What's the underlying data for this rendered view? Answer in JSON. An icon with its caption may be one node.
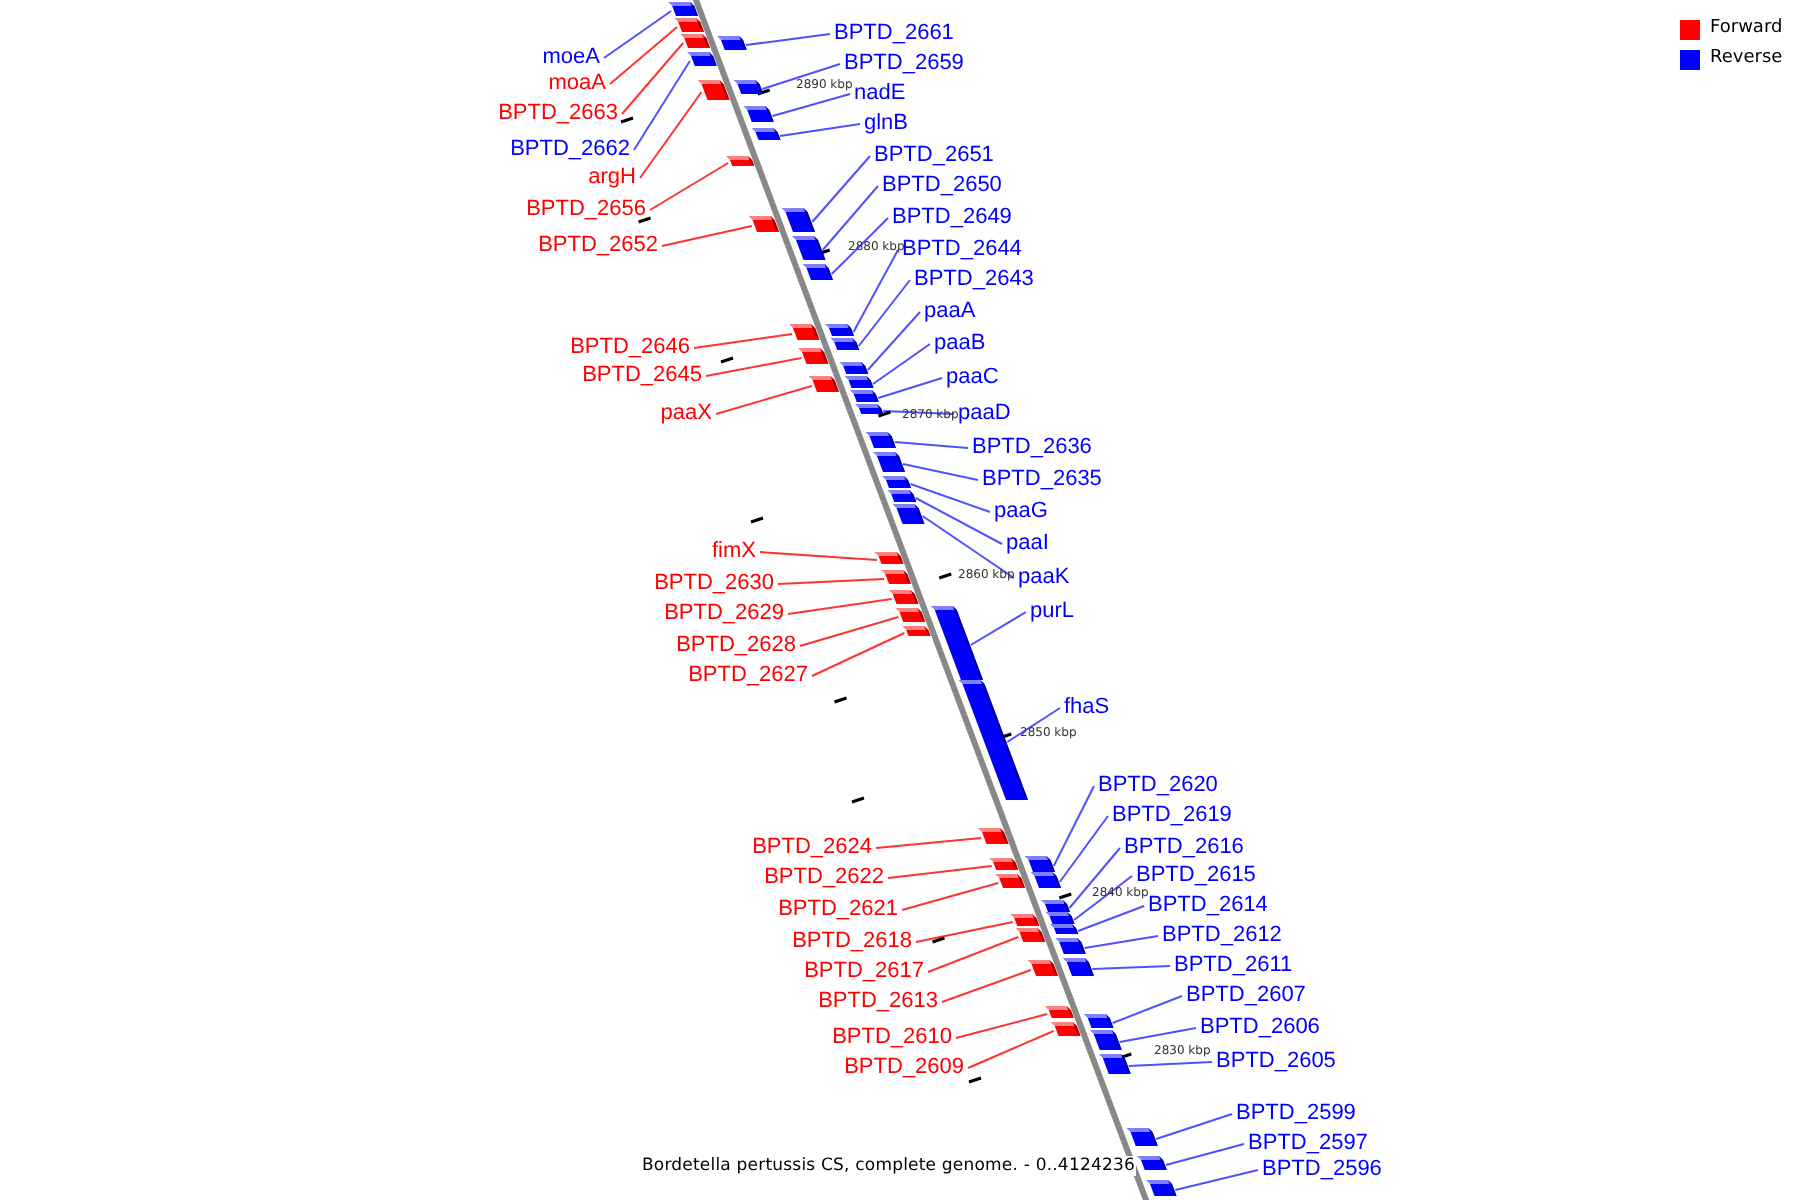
{
  "diagram": {
    "caption": "Bordetella pertussis CS, complete genome. - 0..4124236",
    "nodes": [
      {
        "text": [
          "moeA"
        ]
      },
      {
        "text": [
          "moaA"
        ]
      },
      {
        "text": [
          "BPTD_2663"
        ]
      },
      {
        "text": [
          "BPTD_2662"
        ]
      },
      {
        "text": [
          "argH"
        ]
      },
      {
        "text": [
          "BPTD_2656"
        ]
      },
      {
        "text": [
          "BPTD_2652"
        ]
      },
      {
        "text": [
          "BPTD_2646"
        ]
      },
      {
        "text": [
          "BPTD_2645"
        ]
      },
      {
        "text": [
          "paaX"
        ]
      },
      {
        "text": [
          "fimX"
        ]
      },
      {
        "text": [
          "BPTD_2630"
        ]
      },
      {
        "text": [
          "BPTD_2629"
        ]
      },
      {
        "text": [
          "BPTD_2628"
        ]
      },
      {
        "text": [
          "BPTD_2627"
        ]
      },
      {
        "text": [
          "BPTD_2624"
        ]
      },
      {
        "text": [
          "BPTD_2622"
        ]
      },
      {
        "text": [
          "BPTD_2621"
        ]
      },
      {
        "text": [
          "BPTD_2618"
        ]
      },
      {
        "text": [
          "BPTD_2617"
        ]
      },
      {
        "text": [
          "BPTD_2613"
        ]
      },
      {
        "text": [
          "BPTD_2610"
        ]
      },
      {
        "text": [
          "BPTD_2609"
        ]
      },
      {
        "text": [
          "BPTD_2661"
        ]
      },
      {
        "text": [
          "BPTD_2659"
        ]
      },
      {
        "text": [
          "nadE"
        ]
      },
      {
        "text": [
          "glnB"
        ]
      },
      {
        "text": [
          "BPTD_2651"
        ]
      },
      {
        "text": [
          "BPTD_2650"
        ]
      },
      {
        "text": [
          "BPTD_2649"
        ]
      },
      {
        "text": [
          "BPTD_2644"
        ]
      },
      {
        "text": [
          "BPTD_2643"
        ]
      },
      {
        "text": [
          "paaA"
        ]
      },
      {
        "text": [
          "paaB"
        ]
      },
      {
        "text": [
          "paaC"
        ]
      },
      {
        "text": [
          "paaD"
        ]
      },
      {
        "text": [
          "BPTD_2636"
        ]
      },
      {
        "text": [
          "BPTD_2635"
        ]
      },
      {
        "text": [
          "paaG"
        ]
      },
      {
        "text": [
          "paaI"
        ]
      },
      {
        "text": [
          "paaK"
        ]
      },
      {
        "text": [
          "purL"
        ]
      },
      {
        "text": [
          "fhaS"
        ]
      },
      {
        "text": [
          "BPTD_2620"
        ]
      },
      {
        "text": [
          "BPTD_2619"
        ]
      },
      {
        "text": [
          "BPTD_2616"
        ]
      },
      {
        "text": [
          "BPTD_2615"
        ]
      },
      {
        "text": [
          "BPTD_2614"
        ]
      },
      {
        "text": [
          "BPTD_2612"
        ]
      },
      {
        "text": [
          "BPTD_2611"
        ]
      },
      {
        "text": [
          "BPTD_2607"
        ]
      },
      {
        "text": [
          "BPTD_2606"
        ]
      },
      {
        "text": [
          "BPTD_2605"
        ]
      },
      {
        "text": [
          "BPTD_2599"
        ]
      },
      {
        "text": [
          "BPTD_2597"
        ]
      },
      {
        "text": [
          "BPTD_2596"
        ]
      },
      {
        "text": [],
        "shape": "box"
      },
      {
        "text": [],
        "shape": "box"
      },
      {
        "text": [],
        "shape": "box"
      },
      {
        "text": [],
        "shape": "box"
      },
      {
        "text": [],
        "shape": "box"
      },
      {
        "text": [],
        "shape": "box"
      },
      {
        "text": [],
        "shape": "box"
      },
      {
        "text": [],
        "shape": "box"
      },
      {
        "text": [],
        "shape": "box"
      },
      {
        "text": [],
        "shape": "box"
      },
      {
        "text": [],
        "shape": "box"
      },
      {
        "text": [],
        "shape": "box"
      },
      {
        "text": [],
        "shape": "box"
      },
      {
        "text": [],
        "shape": "box"
      },
      {
        "text": [],
        "shape": "box"
      },
      {
        "text": [],
        "shape": "box"
      },
      {
        "text": [],
        "shape": "box"
      },
      {
        "text": [],
        "shape": "box"
      },
      {
        "text": [],
        "shape": "box"
      },
      {
        "text": [],
        "shape": "box"
      },
      {
        "text": [],
        "shape": "box"
      },
      {
        "text": [],
        "shape": "box"
      },
      {
        "text": [],
        "shape": "box"
      },
      {
        "text": [],
        "shape": "box"
      },
      {
        "text": [],
        "shape": "box"
      },
      {
        "text": [],
        "shape": "box"
      },
      {
        "text": [],
        "shape": "box"
      },
      {
        "text": [],
        "shape": "box"
      },
      {
        "text": [],
        "shape": "box"
      },
      {
        "text": [],
        "shape": "box"
      },
      {
        "text": [],
        "shape": "box"
      },
      {
        "text": [],
        "shape": "box"
      },
      {
        "text": [],
        "shape": "box"
      },
      {
        "text": [],
        "shape": "box"
      },
      {
        "text": [],
        "shape": "box"
      },
      {
        "text": [],
        "shape": "box"
      },
      {
        "text": [],
        "shape": "box"
      },
      {
        "text": [],
        "shape": "box"
      },
      {
        "text": [],
        "shape": "box"
      },
      {
        "text": [],
        "shape": "box"
      },
      {
        "text": [],
        "shape": "box"
      },
      {
        "text": [],
        "shape": "box"
      },
      {
        "text": [],
        "shape": "box"
      },
      {
        "text": [],
        "shape": "box"
      },
      {
        "text": [],
        "shape": "box"
      },
      {
        "text": [],
        "shape": "box"
      },
      {
        "text": [],
        "shape": "box"
      },
      {
        "text": [],
        "shape": "box"
      },
      {
        "text": [],
        "shape": "box"
      },
      {
        "text": [],
        "shape": "box"
      },
      {
        "text": [],
        "shape": "box"
      },
      {
        "text": [],
        "shape": "box"
      },
      {
        "text": [],
        "shape": "box"
      },
      {
        "text": [],
        "shape": "box"
      },
      {
        "text": [],
        "shape": "box"
      },
      {
        "text": [],
        "shape": "box"
      }
    ],
    "edges": [
      {
        "from": 0,
        "to": 56,
        "arrow": "none"
      },
      {
        "from": 1,
        "to": 57,
        "arrow": "none",
        "color": "#ff3333"
      },
      {
        "from": 2,
        "to": 58,
        "arrow": "none",
        "color": "#ff3333"
      },
      {
        "from": 3,
        "to": 59,
        "arrow": "none"
      },
      {
        "from": 4,
        "to": 60,
        "arrow": "none",
        "color": "#ff3333"
      },
      {
        "from": 5,
        "to": 61,
        "arrow": "none",
        "color": "#ff3333"
      },
      {
        "from": 6,
        "to": 62,
        "arrow": "none",
        "color": "#ff3333"
      },
      {
        "from": 7,
        "to": 63,
        "arrow": "none",
        "color": "#ff3333"
      },
      {
        "from": 8,
        "to": 64,
        "arrow": "none",
        "color": "#ff3333"
      },
      {
        "from": 9,
        "to": 65,
        "arrow": "none",
        "color": "#ff3333"
      },
      {
        "from": 10,
        "to": 66,
        "arrow": "none",
        "color": "#ff3333"
      },
      {
        "from": 11,
        "to": 67,
        "arrow": "none",
        "color": "#ff3333"
      },
      {
        "from": 12,
        "to": 68,
        "arrow": "none",
        "color": "#ff3333"
      },
      {
        "from": 13,
        "to": 69,
        "arrow": "none",
        "color": "#ff3333"
      },
      {
        "from": 14,
        "to": 70,
        "arrow": "none",
        "color": "#ff3333"
      },
      {
        "from": 15,
        "to": 71,
        "arrow": "none",
        "color": "#ff3333"
      },
      {
        "from": 16,
        "to": 72,
        "arrow": "none",
        "color": "#ff3333"
      },
      {
        "from": 17,
        "to": 73,
        "arrow": "none",
        "color": "#ff3333"
      },
      {
        "from": 18,
        "to": 74,
        "arrow": "none",
        "color": "#ff3333"
      },
      {
        "from": 19,
        "to": 75,
        "arrow": "none",
        "color": "#ff3333"
      },
      {
        "from": 20,
        "to": 76,
        "arrow": "none",
        "color": "#ff3333"
      },
      {
        "from": 21,
        "to": 77,
        "arrow": "none",
        "color": "#ff3333"
      },
      {
        "from": 22,
        "to": 78,
        "arrow": "none",
        "color": "#ff3333"
      },
      {
        "from": 23,
        "to": 79,
        "arrow": "none"
      },
      {
        "from": 24,
        "to": 80,
        "arrow": "none"
      },
      {
        "from": 25,
        "to": 81,
        "arrow": "none"
      },
      {
        "from": 26,
        "to": 82,
        "arrow": "none"
      },
      {
        "from": 27,
        "to": 83,
        "arrow": "none"
      },
      {
        "from": 28,
        "to": 84,
        "arrow": "none"
      },
      {
        "from": 29,
        "to": 85,
        "arrow": "none"
      },
      {
        "from": 30,
        "to": 86,
        "arrow": "none"
      },
      {
        "from": 31,
        "to": 87,
        "arrow": "none"
      },
      {
        "from": 32,
        "to": 88,
        "arrow": "none"
      },
      {
        "from": 33,
        "to": 89,
        "arrow": "none"
      },
      {
        "from": 34,
        "to": 90,
        "arrow": "none"
      },
      {
        "from": 35,
        "to": 91,
        "arrow": "none"
      },
      {
        "from": 36,
        "to": 92,
        "arrow": "none"
      },
      {
        "from": 37,
        "to": 93,
        "arrow": "none"
      },
      {
        "from": 38,
        "to": 94,
        "arrow": "none"
      },
      {
        "from": 39,
        "to": 95,
        "arrow": "none"
      },
      {
        "from": 40,
        "to": 96,
        "arrow": "none"
      },
      {
        "from": 41,
        "to": 97,
        "arrow": "none"
      },
      {
        "from": 42,
        "to": 98,
        "arrow": "none"
      },
      {
        "from": 43,
        "to": 99,
        "arrow": "none"
      },
      {
        "from": 44,
        "to": 100,
        "arrow": "none"
      },
      {
        "from": 45,
        "to": 101,
        "arrow": "none"
      },
      {
        "from": 46,
        "to": 102,
        "arrow": "none"
      },
      {
        "from": 47,
        "to": 103,
        "arrow": "none"
      },
      {
        "from": 48,
        "to": 104,
        "arrow": "none"
      },
      {
        "from": 49,
        "to": 105,
        "arrow": "none"
      },
      {
        "from": 50,
        "to": 106,
        "arrow": "none"
      },
      {
        "from": 51,
        "to": 107,
        "arrow": "none"
      },
      {
        "from": 52,
        "to": 108,
        "arrow": "none"
      },
      {
        "from": 53,
        "to": 109,
        "arrow": "none"
      },
      {
        "from": 54,
        "to": 110,
        "arrow": "none"
      },
      {
        "from": 55,
        "to": 111,
        "arrow": "none"
      }
    ],
    "labels": [
      "2890 kbp",
      "2880 kbp",
      "2870 kbp",
      "2860 kbp",
      "2850 kbp",
      "2840 kbp",
      "2830 kbp"
    ],
    "legend": [
      {
        "text": "Forward",
        "color": "#ff0000"
      },
      {
        "text": "Reverse",
        "color": "#0000ff"
      }
    ]
  }
}
